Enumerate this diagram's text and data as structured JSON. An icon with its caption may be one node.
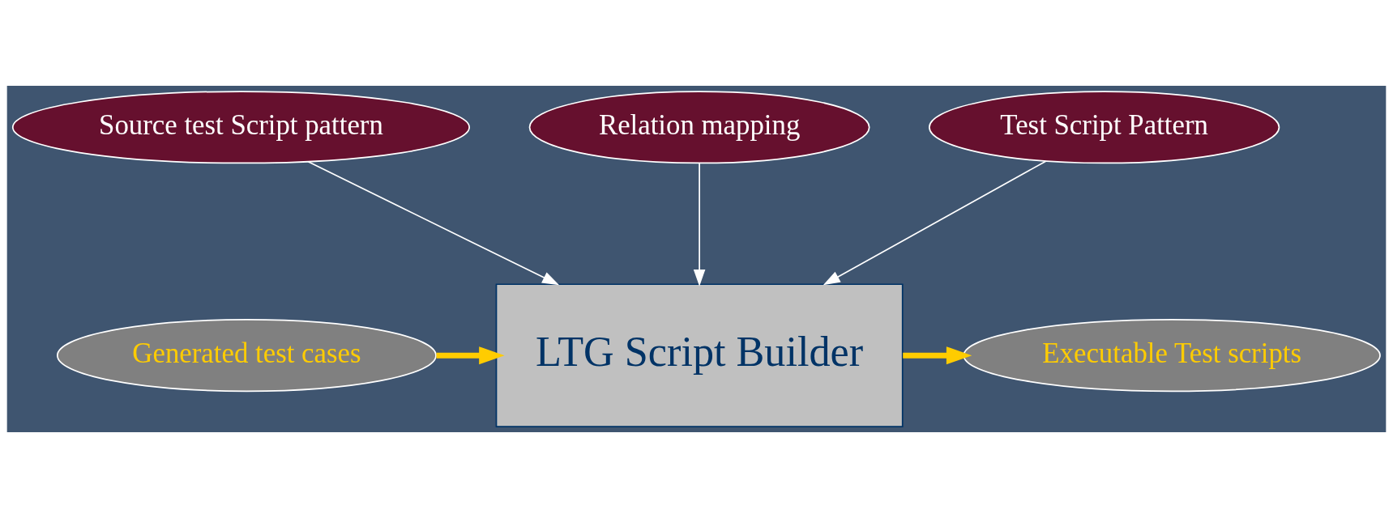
{
  "diagram": {
    "nodes": [
      {
        "text": [
          "Source test Script pattern"
        ]
      },
      {
        "text": [
          "Relation mapping"
        ]
      },
      {
        "text": [
          "Test Script Pattern"
        ]
      },
      {
        "text": [
          "Generated test cases"
        ]
      },
      {
        "text": [
          "LTG Script Builder"
        ]
      },
      {
        "text": [
          "Executable Test scripts"
        ]
      }
    ],
    "edges": [
      {
        "from": 0,
        "to": 4,
        "arrow": "to"
      },
      {
        "from": 1,
        "to": 4,
        "arrow": "to"
      },
      {
        "from": 2,
        "to": 4,
        "arrow": "to"
      },
      {
        "from": 3,
        "to": 4,
        "arrow": "to",
        "style": "thick",
        "color": "#ffcc00"
      },
      {
        "from": 4,
        "to": 5,
        "arrow": "to",
        "style": "thick",
        "color": "#ffcc00"
      }
    ]
  }
}
